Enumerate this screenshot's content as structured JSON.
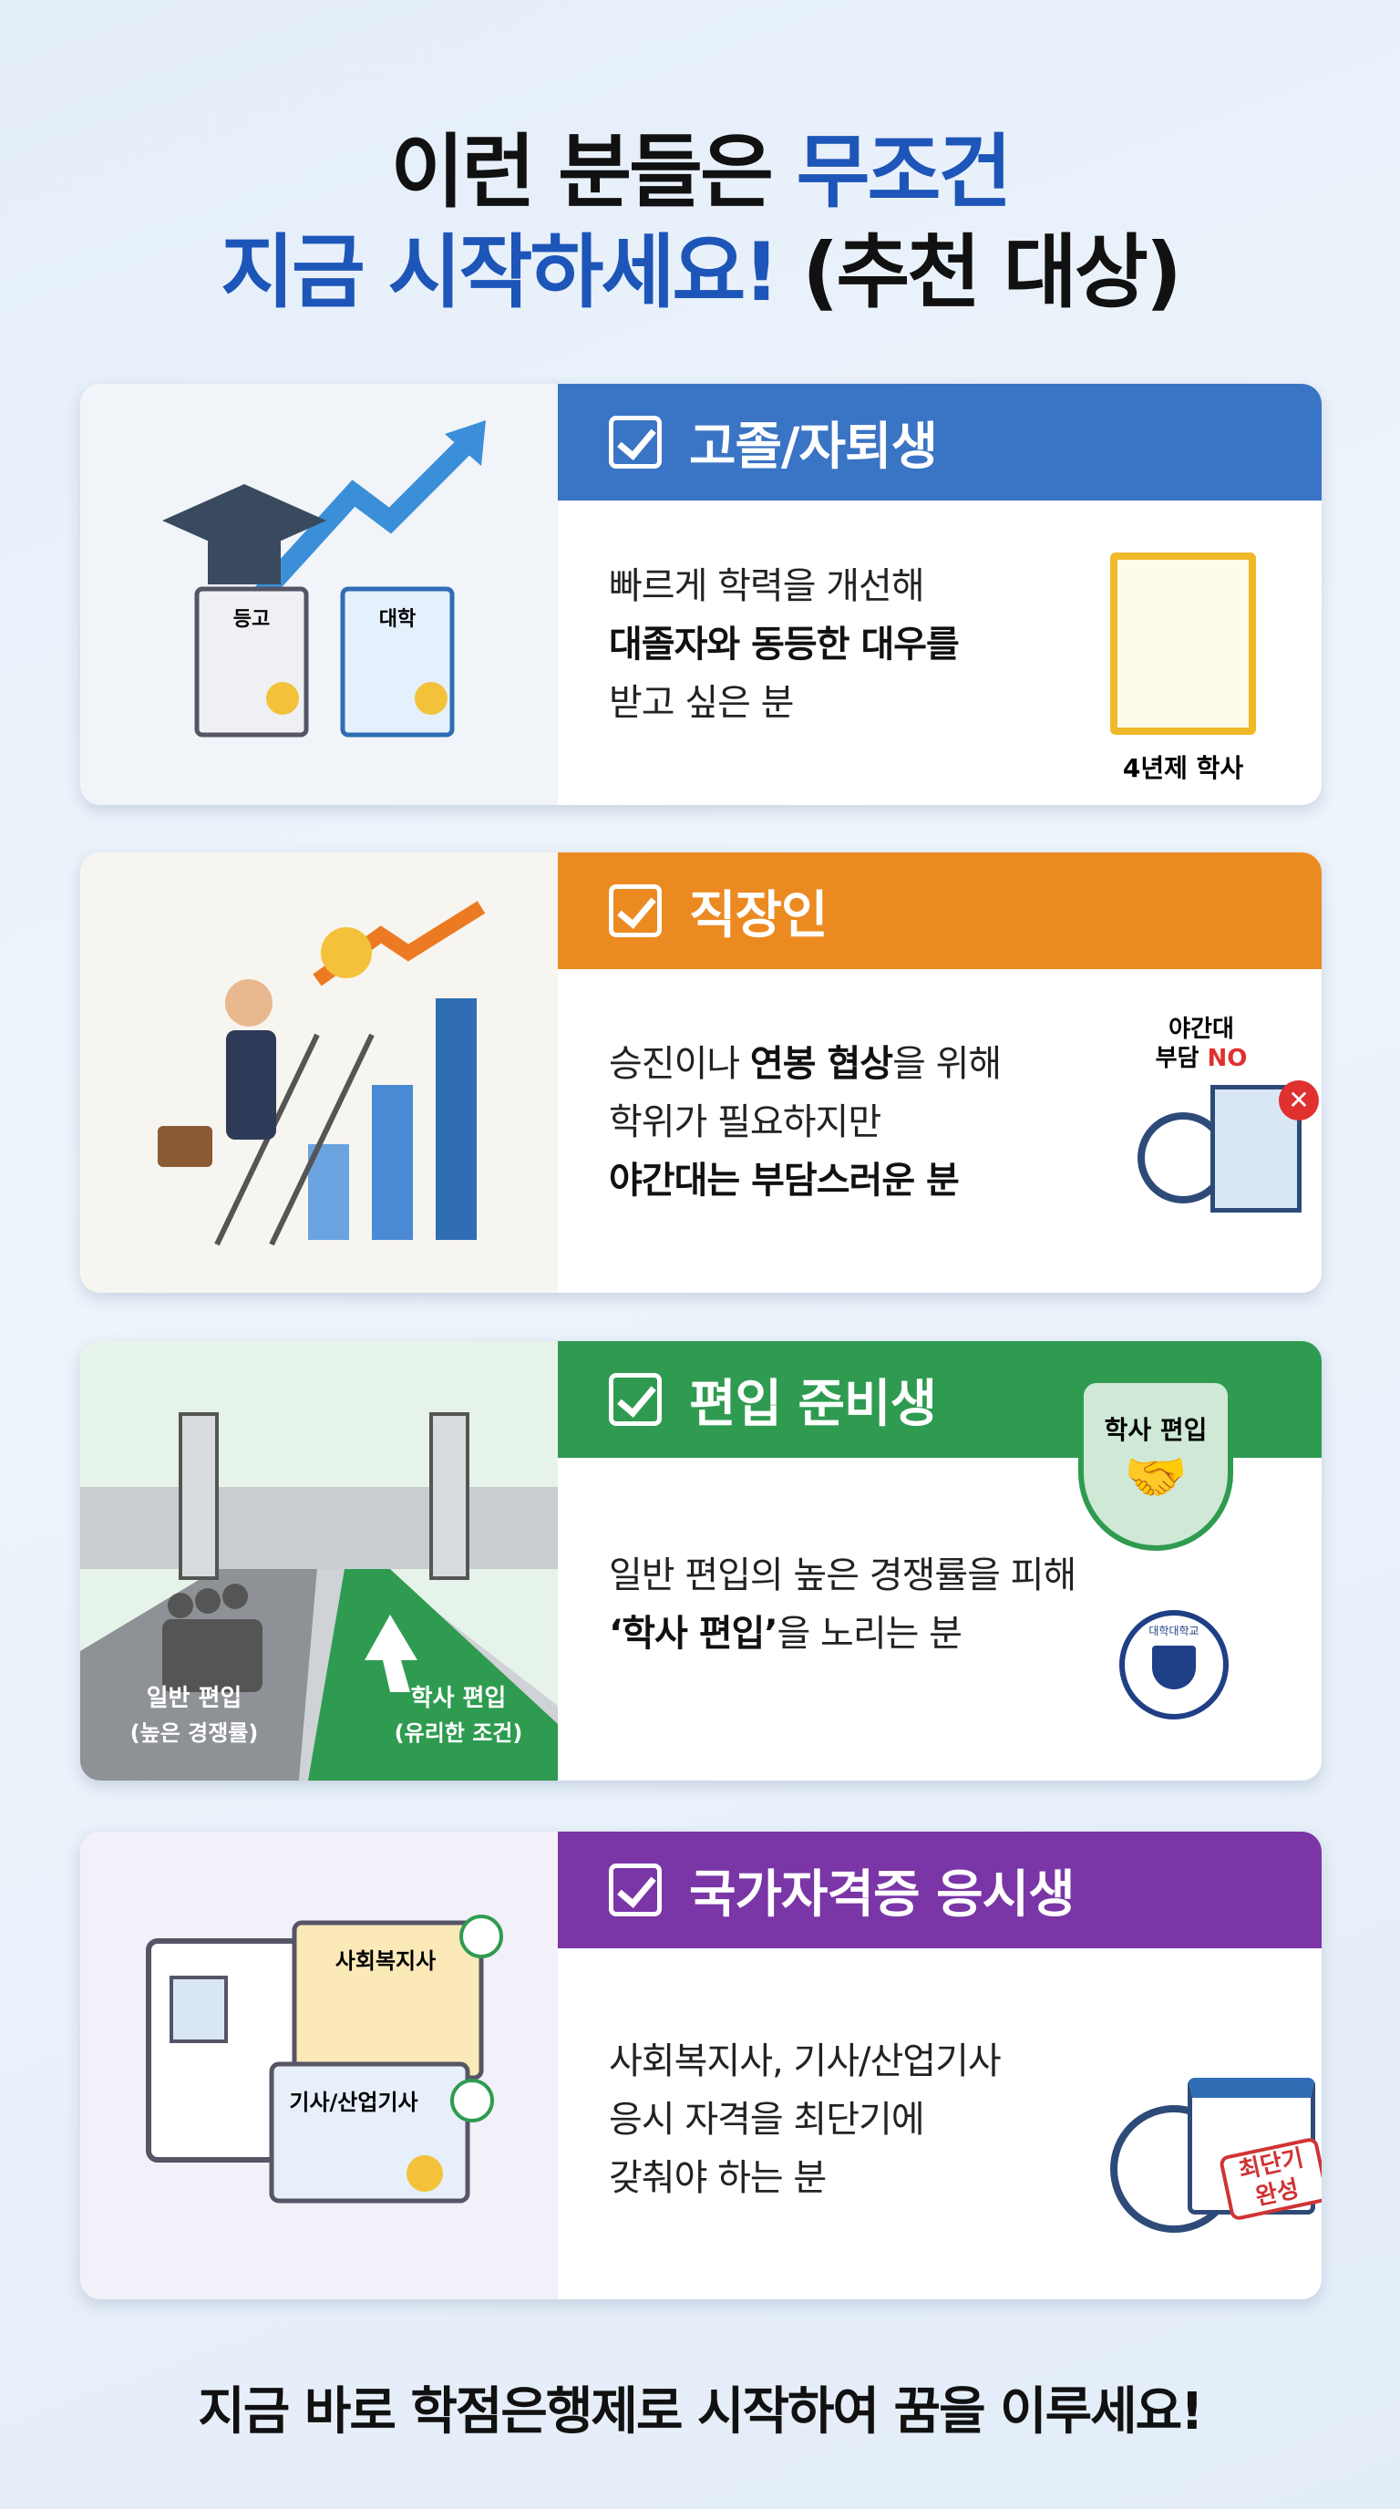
{
  "title": {
    "line1_a": "이런 분들은 ",
    "line1_b": "무조건",
    "line2_a": "지금 시작하세요!",
    "line2_b": " (추천 대상)"
  },
  "colors": {
    "blue": "#3a74c4",
    "orange": "#ec8a22",
    "green": "#2f9b50",
    "purple": "#7a35a6"
  },
  "cards": [
    {
      "heading": "고졸/자퇴생",
      "lines": [
        "빠르게 학력을 개선해",
        "대졸자와 동등한 대우를",
        "받고 싶은 분"
      ],
      "illus": {
        "cert1": "등고",
        "cert2": "대학",
        "diploma": "4년제 학사"
      }
    },
    {
      "heading": "직장인",
      "lines": [
        "승진이나 ",
        "연봉 협상",
        "을 위해",
        "학위가 필요하지만",
        "야간대는 부담스러운 분"
      ],
      "illus": {
        "badge_a": "야간대",
        "badge_b": "부담 ",
        "badge_no": "NO"
      }
    },
    {
      "heading": "편입 준비생",
      "lines": [
        "일반 편입의 높은 경쟁률을 피해",
        "‘학사 편입’",
        "을 노리는 분"
      ],
      "illus": {
        "left_a": "일반 편입",
        "left_b": "(높은 경쟁률)",
        "right_a": "학사 편입",
        "right_b": "(유리한 조건)",
        "shield": "학사 편입",
        "seal": "대학대학교"
      }
    },
    {
      "heading": "국가자격증 응시생",
      "lines": [
        "사회복지사, 기사/산업기사",
        "응시 자격을 최단기에",
        "갖춰야 하는 분"
      ],
      "illus": {
        "cert1": "사회복지사",
        "cert2": "기사/산업기사",
        "stamp_a": "최단기",
        "stamp_b": "완성"
      }
    }
  ],
  "footer": "지금 바로 학점은행제로 시작하여 꿈을 이루세요!"
}
